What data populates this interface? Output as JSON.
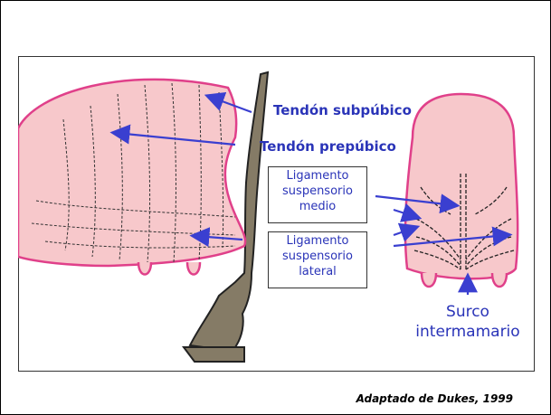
{
  "labels": {
    "tendon_subpubico": "Tendón subpúbico",
    "tendon_prepubico": "Tendón prepúbico",
    "ligamento_medio": [
      "Ligamento",
      "suspensorio",
      "medio"
    ],
    "ligamento_lateral": [
      "Ligamento",
      "suspensorio",
      "lateral"
    ],
    "surco": [
      "Surco",
      "intermamario"
    ]
  },
  "credit": "Adaptado de Dukes, 1999",
  "colors": {
    "udder_fill": "#f7c8cb",
    "udder_outline": "#e0408a",
    "label_blue": "#2a34b8",
    "arrow_blue": "#3a3fd0",
    "leg_fill": "#857b66",
    "fiber_lines": "#222222"
  }
}
